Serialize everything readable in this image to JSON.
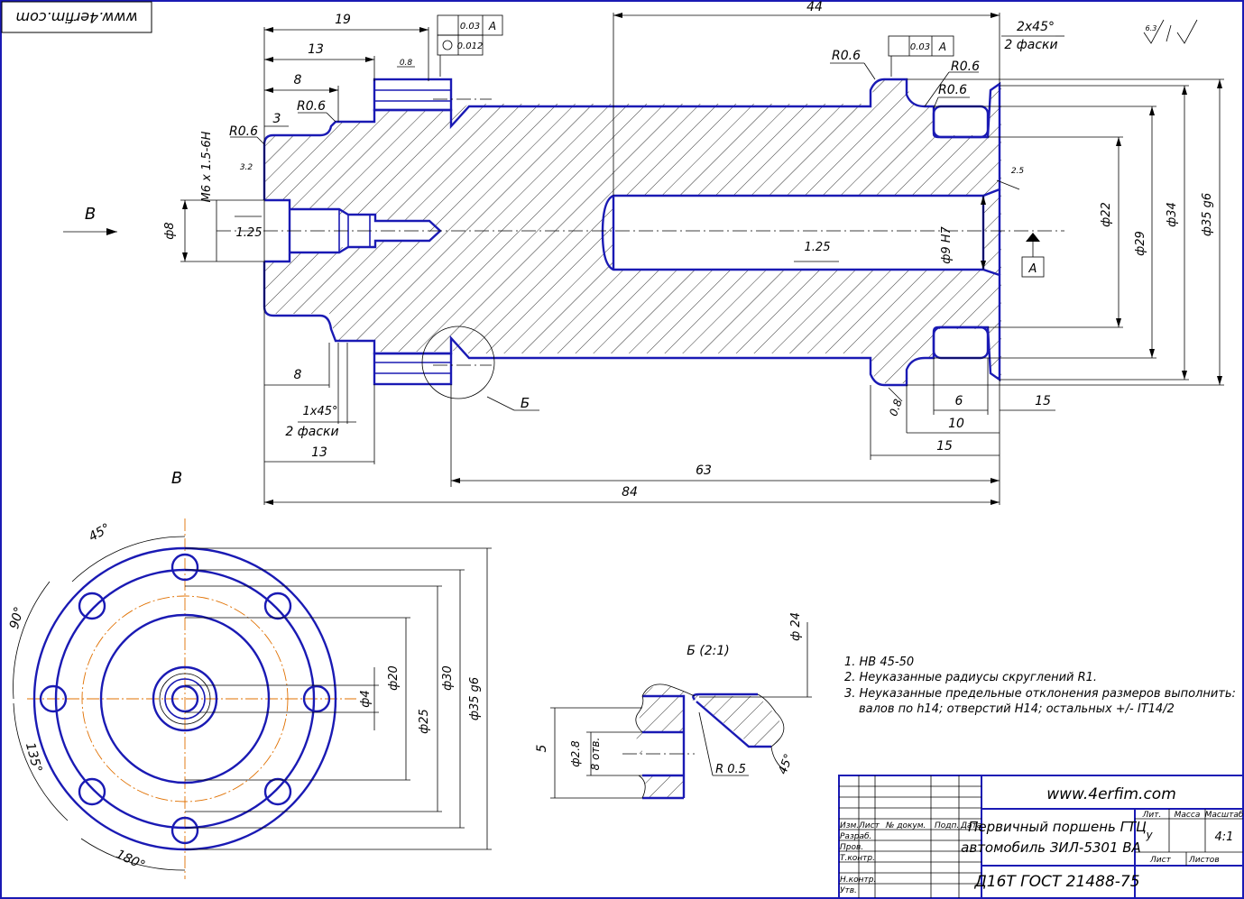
{
  "watermark_top": "www.4erfim.com",
  "view_label_b": "В",
  "view_label_b2": "В",
  "dims": {
    "d19": "19",
    "d13a": "13",
    "d8a": "8",
    "d3": "3",
    "r06a": "R0.6",
    "r06b": "R0.6",
    "r06c": "R0.6",
    "r06d": "R0.6",
    "r06e": "R0.6",
    "d44": "44",
    "chamfer_top": "2x45°",
    "chamfer_top2": "2 фаски",
    "tol1": "0.03",
    "tol1_ref": "A",
    "tol2": "0.012",
    "tol3": "0.03",
    "tol3_ref": "A",
    "rough08a": "0.8",
    "rough32": "3.2",
    "thread": "M6 x 1.5-6H",
    "d_phi8": "ф8",
    "rough125a": "1.25",
    "rough125b": "1.25",
    "phi9h7": "ф9 H7",
    "phi22": "ф22",
    "phi29": "ф29",
    "phi34": "ф34",
    "phi35g6": "ф35 g6",
    "rough25": "2.5",
    "datum_a": "A",
    "d8b": "8",
    "chamfer_bot": "1x45°",
    "chamfer_bot2": "2 фаски",
    "d13b": "13",
    "rough08b": "0.8",
    "d6": "6",
    "d15a": "15",
    "d10": "10",
    "d15b": "15",
    "d63": "63",
    "d84": "84",
    "detail_b": "Б",
    "roughness_sign": "6.3"
  },
  "view_b": {
    "angle45": "45°",
    "angle90": "90°",
    "angle135": "135°",
    "angle180": "180°",
    "phi4": "ф4",
    "phi20": "ф20",
    "phi25": "ф25",
    "phi30": "ф30",
    "phi35g6": "ф35 g6"
  },
  "detail": {
    "title": "Б (2:1)",
    "phi24": "ф 24",
    "d5": "5",
    "phi28": "ф2.8",
    "holes": "8 отв.",
    "r05": "R 0.5",
    "angle45": "45°"
  },
  "notes": [
    "1.  НВ  45-50",
    "2. Неуказанные радиусы скруглений R1.",
    "3. Неуказанные предельные отклонения размеров выполнить:",
    "валов по h14; отверстий H14; остальных +/-  IT14/2"
  ],
  "title_block": {
    "site": "www.4erfim.com",
    "title_line1": "Первичный поршень ГТЦ",
    "title_line2": "автомобиль ЗИЛ-5301 ВА",
    "material": "Д16Т ГОСТ 21488-75",
    "lit": "Лит.",
    "massa": "Масса",
    "masshtab": "Масштаб",
    "lit_value": "у",
    "scale": "4:1",
    "list": "Лист",
    "listov": "Листов",
    "col_izm": "Изм.",
    "col_list": "Лист",
    "col_ndoc": "№ докум.",
    "col_podp": "Подп.",
    "col_data": "Дата",
    "row_razrab": "Разраб.",
    "row_prov": "Пров.",
    "row_tkontr": "Т.контр.",
    "row_nkontr": "Н.контр.",
    "row_utv": "Утв."
  }
}
